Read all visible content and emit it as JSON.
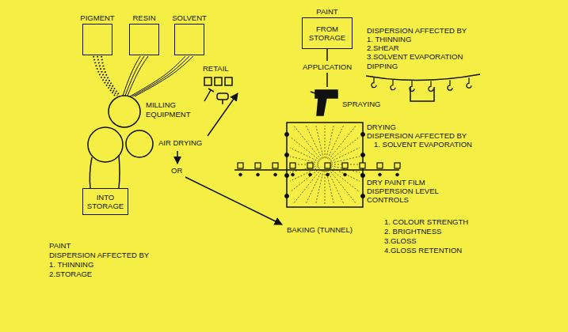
{
  "diagram": {
    "nodes": [
      {
        "text": [
          "PIGMENT"
        ]
      },
      {
        "text": [
          "RESIN"
        ]
      },
      {
        "text": [
          "SOLVENT"
        ]
      },
      {
        "text": [
          "INTO STORAGE"
        ]
      },
      {
        "text": [
          "PAINT",
          "FROM STORAGE"
        ]
      }
    ],
    "labels": [
      "MILLING",
      "EQUIPMENT",
      "PAINT",
      "DISPERSION AFFECTED BY",
      "1. THINNING",
      "2.STORAGE",
      "RETAIL",
      "APPLICATION",
      "DISPERSION AFFECTED BY",
      "1. THINNING",
      "2.SHEAR",
      "3.SOLVENT EVAPORATION",
      "DIPPING",
      "SPRAYING",
      "AIR DRYING",
      "OR",
      "BAKING (TUNNEL)",
      "DRYING",
      "DISPERSION AFFECTED BY",
      "1. SOLVENT EVAPORATION",
      "DRY PAINT FILM",
      "DISPERSION LEVEL",
      "CONTROLS",
      "1. COLOUR STRENGTH",
      "2. BRIGHTNESS",
      "3.GLOSS",
      "4.GLOSS RETENTION"
    ]
  }
}
